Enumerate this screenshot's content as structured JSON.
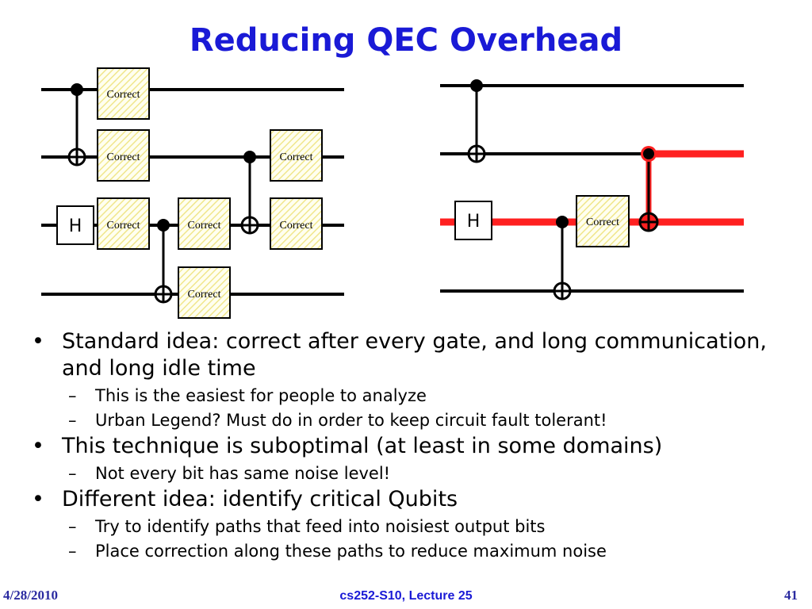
{
  "slide": {
    "title": "Reducing QEC Overhead",
    "footer_date": "4/28/2010",
    "footer_center": "cs252-S10, Lecture 25",
    "page_number": "41"
  },
  "circuit": {
    "correct_label": "Correct",
    "h_label": "H",
    "highlight_color": "#ff2020"
  },
  "bullets": [
    {
      "text": "Standard idea: correct after every gate, and long communication, and long idle time",
      "sub": [
        "This is the easiest for people to analyze",
        "Urban Legend?  Must do in order to keep circuit fault tolerant!"
      ]
    },
    {
      "text": "This technique is suboptimal (at least in some domains)",
      "sub": [
        "Not every bit has same noise level!"
      ]
    },
    {
      "text": "Different idea: identify critical Qubits",
      "sub": [
        "Try to identify paths that feed into noisiest output bits",
        "Place correction along these paths to reduce maximum noise"
      ]
    }
  ]
}
